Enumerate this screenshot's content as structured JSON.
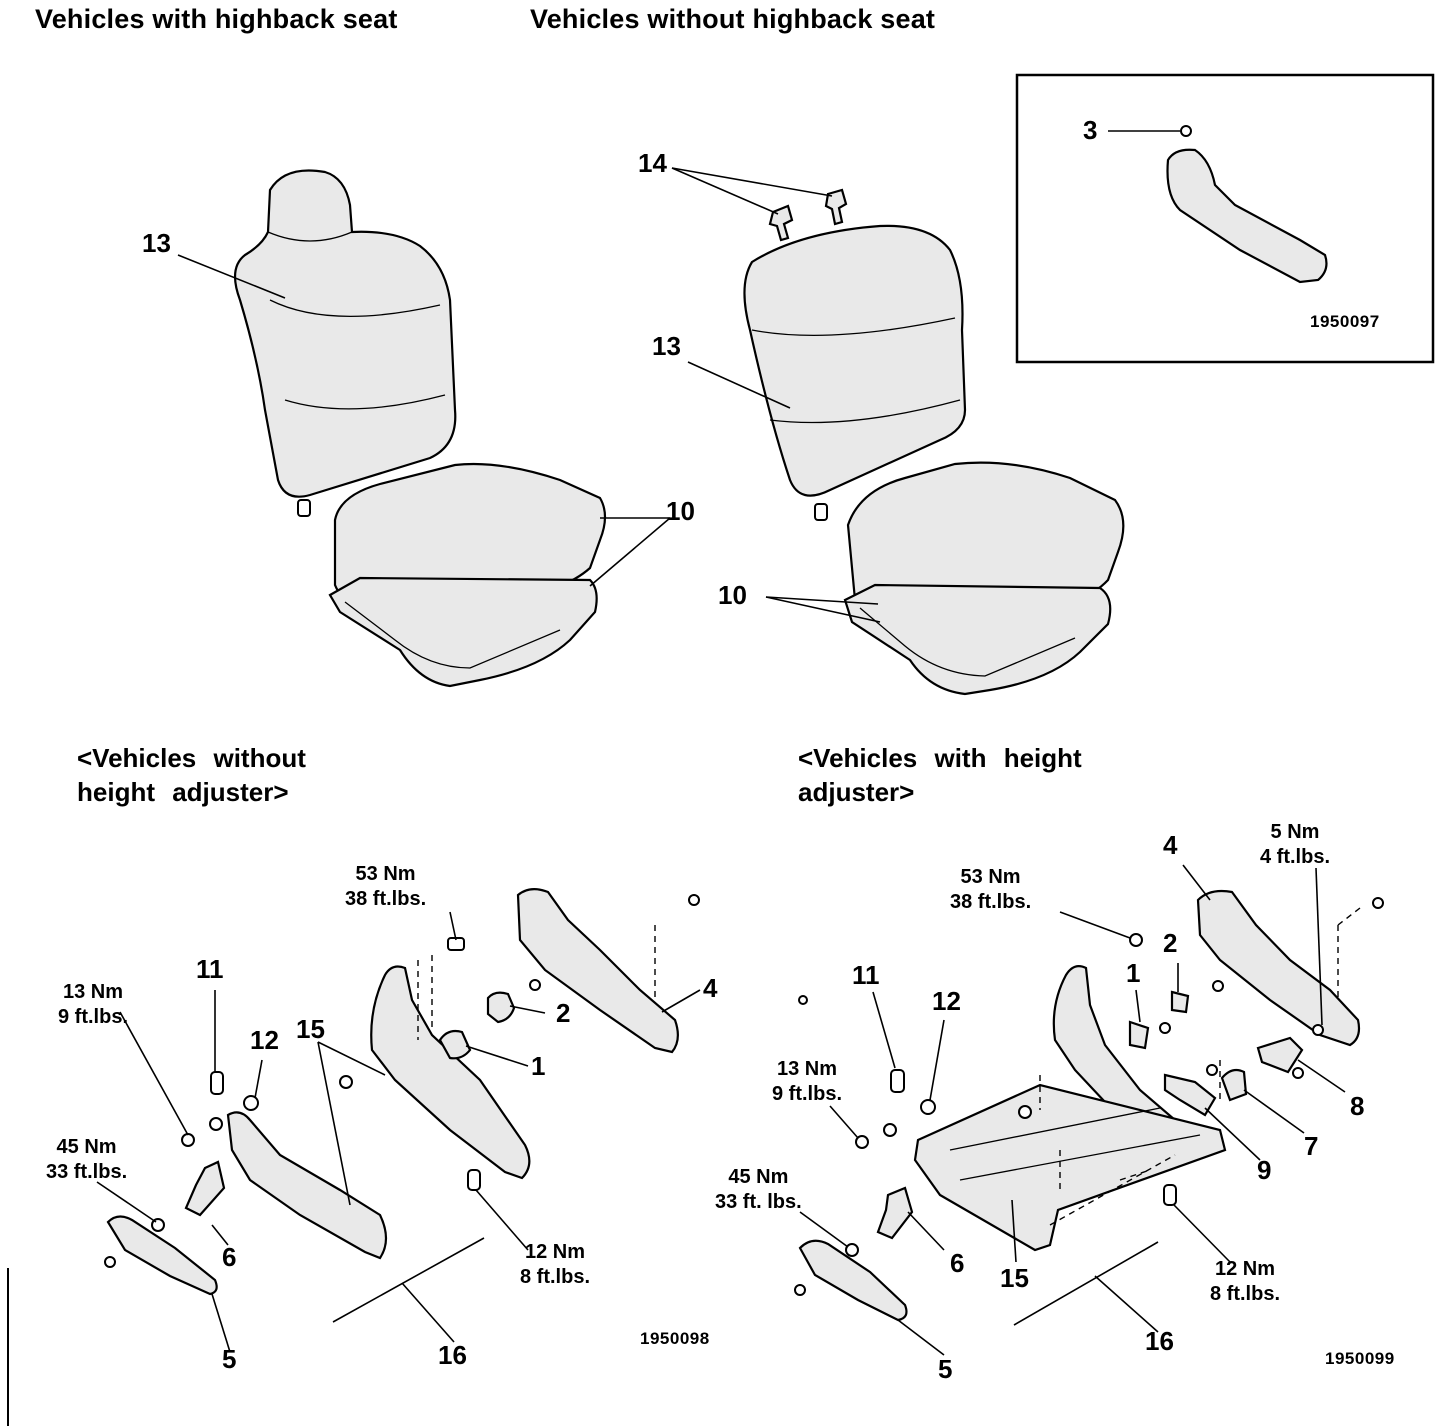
{
  "headings": {
    "highback": "Vehicles with highback seat",
    "no_highback": "Vehicles without highback seat",
    "no_height_line1": "<Vehicles without",
    "no_height_line2": "height adjuster>",
    "height_line1": "<Vehicles with height",
    "height_line2": "adjuster>"
  },
  "callouts": {
    "top_left": {
      "backrest": "13",
      "cushion": "10"
    },
    "top_mid": {
      "headrest": "14",
      "backrest": "13",
      "cushion": "10"
    },
    "inset": {
      "part": "3",
      "code": "1950097"
    },
    "bottom_left": {
      "p11": "11",
      "p12": "12",
      "p15": "15",
      "p2": "2",
      "p1": "1",
      "p4": "4",
      "p6": "6",
      "p5": "5",
      "p16": "16",
      "code": "1950098",
      "torque_53": [
        "53 Nm",
        "38 ft.lbs."
      ],
      "torque_13": [
        "13 Nm",
        "9 ft.lbs."
      ],
      "torque_45": [
        "45 Nm",
        "33 ft.lbs."
      ],
      "torque_12": [
        "12 Nm",
        "8 ft.lbs."
      ]
    },
    "bottom_right": {
      "p4": "4",
      "p2": "2",
      "p1": "1",
      "p11": "11",
      "p12": "12",
      "p8": "8",
      "p7": "7",
      "p9": "9",
      "p6": "6",
      "p15": "15",
      "p5": "5",
      "p16": "16",
      "code": "1950099",
      "torque_5": [
        "5 Nm",
        "4 ft.lbs."
      ],
      "torque_53": [
        "53 Nm",
        "38 ft.lbs."
      ],
      "torque_13": [
        "13 Nm",
        "9 ft.lbs."
      ],
      "torque_45": [
        "45 Nm",
        "33 ft. lbs."
      ],
      "torque_12": [
        "12 Nm",
        "8 ft.lbs."
      ]
    }
  }
}
